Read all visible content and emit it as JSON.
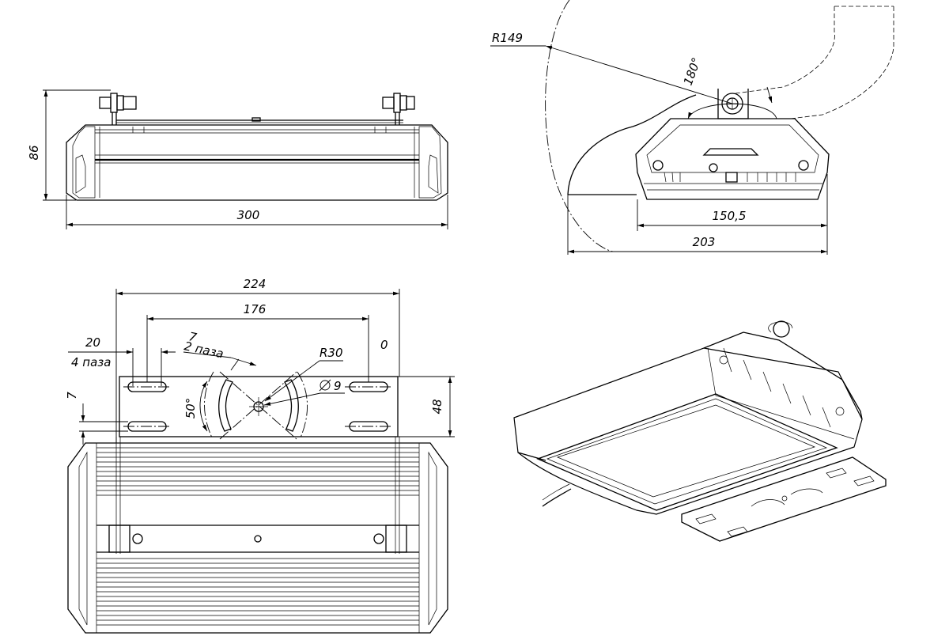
{
  "dimensions": {
    "front_height": "86",
    "front_width": "300",
    "side_radius": "R149",
    "side_angle": "180°",
    "side_inner_width": "150,5",
    "side_outer_width": "203",
    "top_width_224": "224",
    "top_width_176": "176",
    "slot_20": "20",
    "slot_count_4": "4 паза",
    "slot_7": "7",
    "slot_count_2": "2 паза",
    "bracket_radius": "R30",
    "hole_diameter": "9",
    "bracket_angle": "50°",
    "zero": "0",
    "offset_7": "7",
    "bracket_height": "48"
  }
}
